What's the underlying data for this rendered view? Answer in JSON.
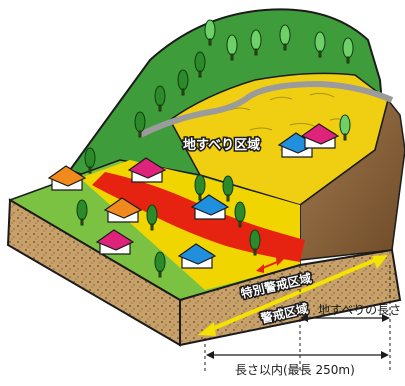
{
  "labels": {
    "landslide_area": "地すべり区域",
    "special_warning_area": "特別警戒区域",
    "warning_area": "警戒区域",
    "landslide_length": "地すべりの長さ",
    "length_limit": "長さ以内(最長 250m)"
  },
  "colors": {
    "forest": "#3e9a3a",
    "grass": "#7cc242",
    "yellow_zone": "#f1d500",
    "red_zone": "#e62310",
    "soil": "#c8a26a",
    "road": "#9a9a9a",
    "arrow": "#f4e200"
  }
}
